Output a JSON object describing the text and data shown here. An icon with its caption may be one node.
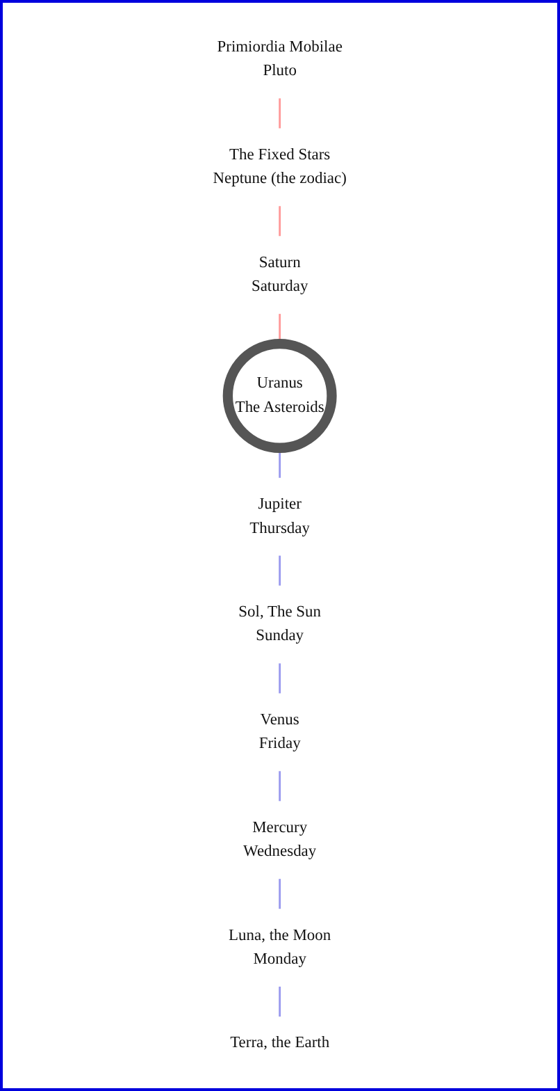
{
  "diagram": {
    "nodes": [
      {
        "text": [
          "Primiordia Mobilae",
          "Pluto"
        ]
      },
      {
        "text": [
          "Saturn",
          "Saturday"
        ]
      },
      {
        "text": [
          "The Fixed Stars",
          "Neptune (the zodiac)"
        ]
      },
      {
        "text": [
          "Uranus",
          "The Asteroids"
        ]
      },
      {
        "text": [
          "Jupiter",
          "Thursday"
        ]
      },
      {
        "text": [
          "Sol, The Sun",
          "Sunday"
        ]
      },
      {
        "text": [
          "Mercury",
          "Wednesday"
        ]
      },
      {
        "text": [
          "Venus",
          "Friday"
        ]
      },
      {
        "text": [
          "Luna, the Moon",
          "Monday"
        ]
      },
      {
        "text": [
          "Terra, the Earth"
        ]
      }
    ],
    "edges": [
      {
        "from": 9,
        "to": 8,
        "arrow": "none",
        "color": "#9999ee"
      },
      {
        "from": 8,
        "to": 6,
        "arrow": "none",
        "color": "#9999ee"
      },
      {
        "from": 6,
        "to": 7,
        "arrow": "none",
        "color": "#9999ee"
      },
      {
        "from": 7,
        "to": 5,
        "arrow": "none",
        "color": "#9999ee"
      },
      {
        "from": 5,
        "to": 4,
        "arrow": "none",
        "color": "#9999ee"
      },
      {
        "from": 4,
        "to": 3,
        "arrow": "none",
        "color": "#9999ee"
      },
      {
        "from": 3,
        "to": 1,
        "arrow": "none",
        "color": "#ff9999"
      },
      {
        "from": 1,
        "to": 2,
        "arrow": "none",
        "color": "#ff9999"
      },
      {
        "from": 2,
        "to": 0,
        "arrow": "none",
        "color": "#ff9999"
      }
    ]
  }
}
